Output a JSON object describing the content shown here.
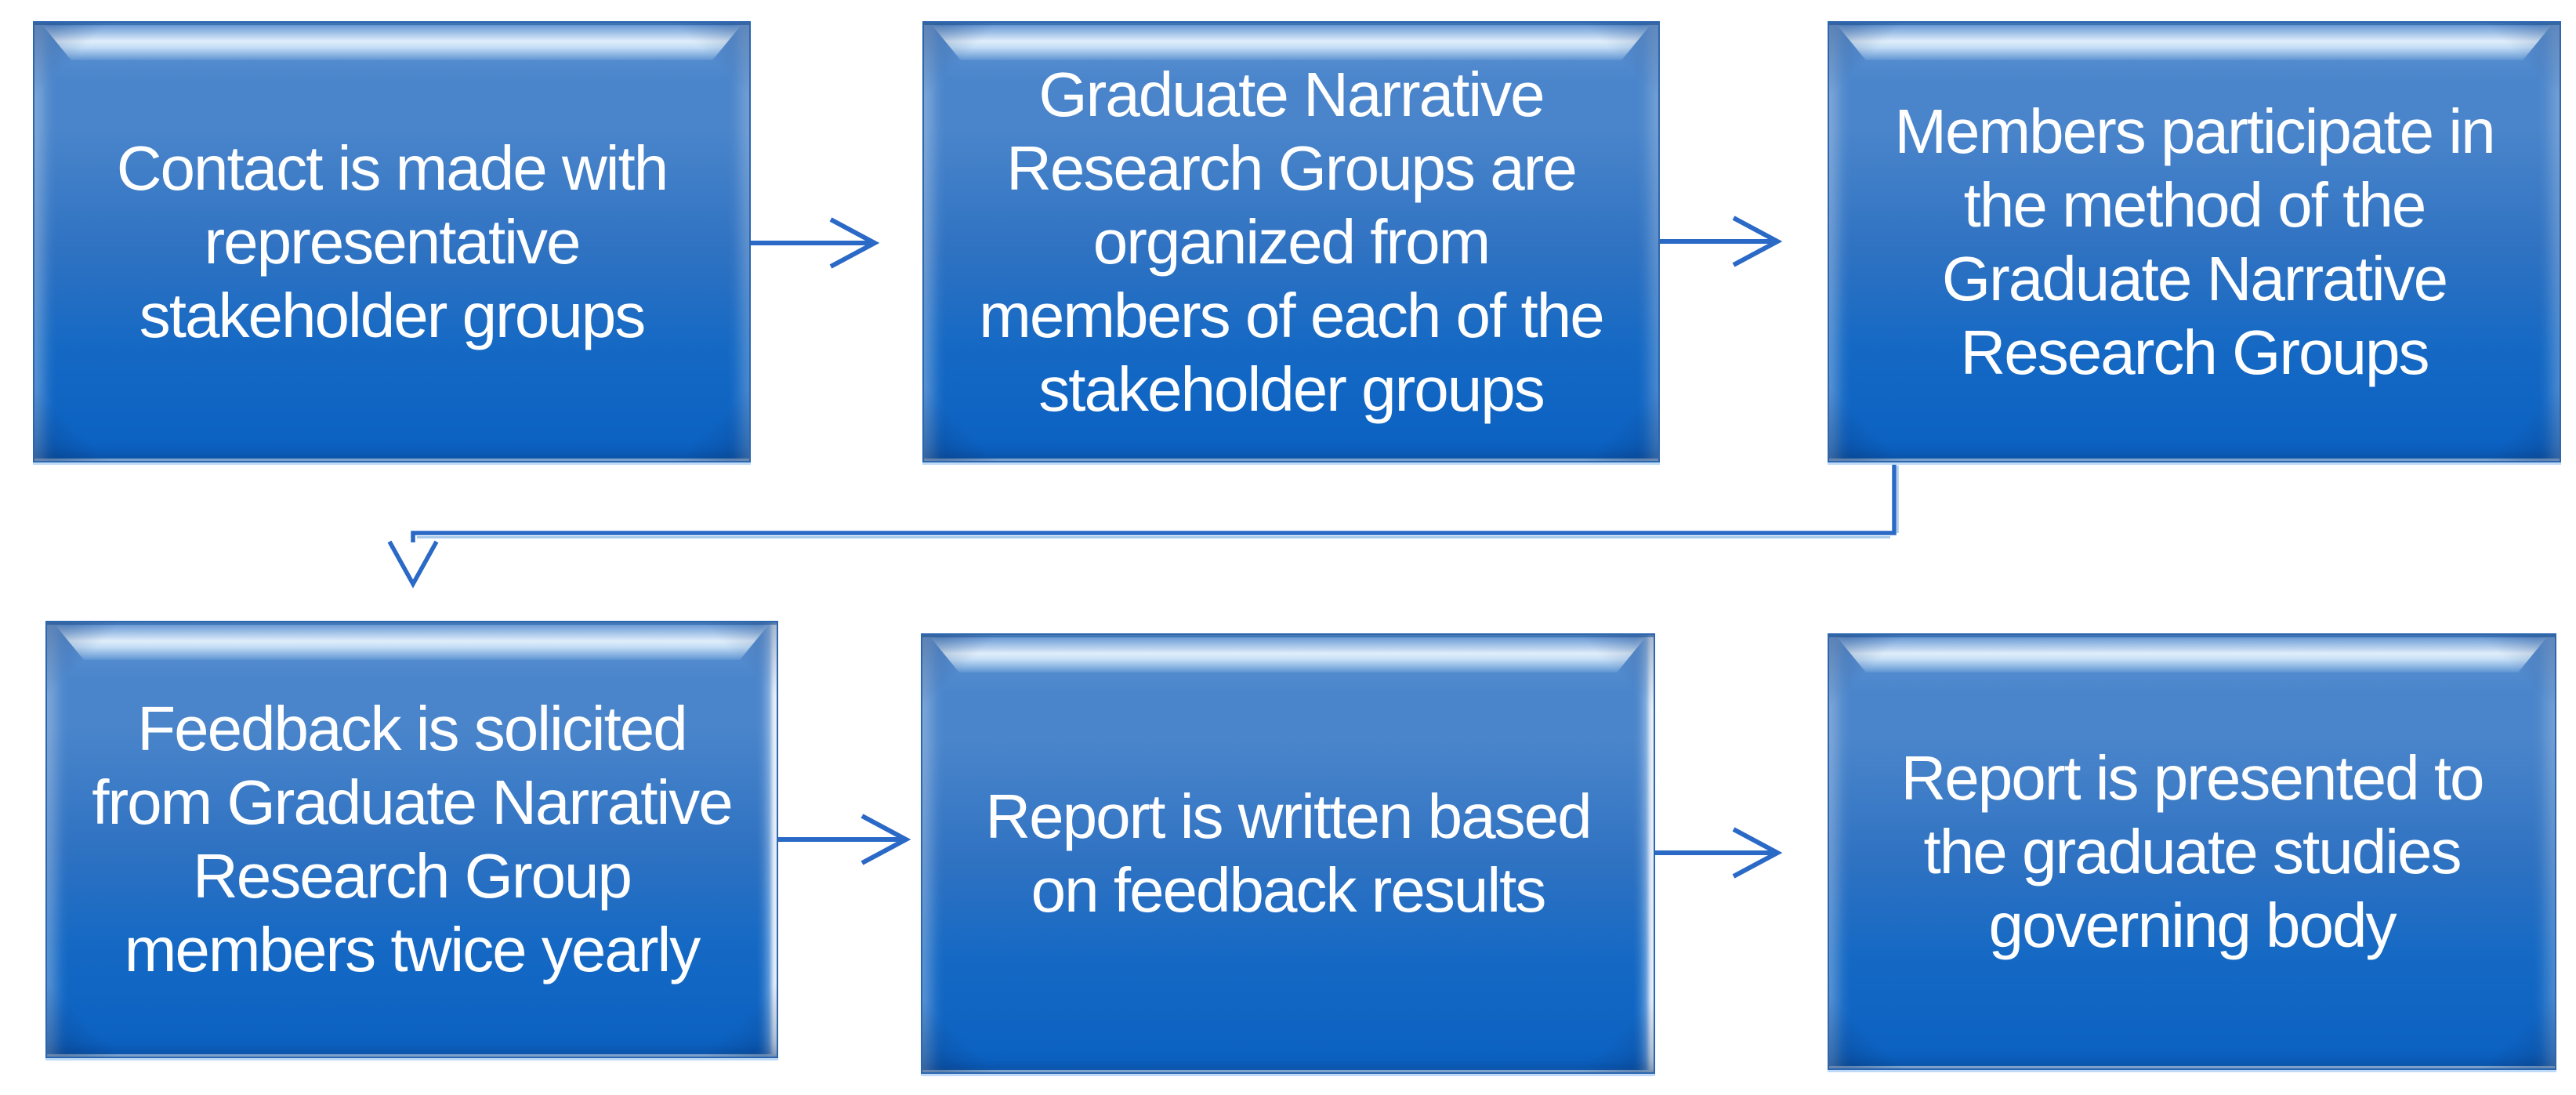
{
  "colors": {
    "connector": "#2b69c6",
    "connector-light": "#a9cbeb",
    "box-border": "#2b66b0",
    "fill-top": "#6496d4",
    "fill-upper": "#4a85cb",
    "fill-mid": "#2f72c2",
    "fill-lower": "#1569c4",
    "fill-bottom": "#0b61c2",
    "text-color": "#ffffff",
    "page-bg": "#ffffff"
  },
  "diagram": {
    "type": "flowchart",
    "boxes": [
      {
        "id": 1,
        "lines": [
          "Contact is made with",
          "representative",
          "stakeholder groups"
        ]
      },
      {
        "id": 2,
        "lines": [
          "Graduate Narrative",
          "Research Groups are",
          "organized from",
          "members of each of the",
          "stakeholder groups"
        ]
      },
      {
        "id": 3,
        "lines": [
          "Members participate in",
          "the method of the",
          "Graduate Narrative",
          "Research Groups"
        ]
      },
      {
        "id": 4,
        "lines": [
          "Feedback is solicited",
          "from Graduate Narrative",
          "Research Group",
          "members twice yearly"
        ]
      },
      {
        "id": 5,
        "lines": [
          "Report is written based",
          "on feedback results"
        ]
      },
      {
        "id": 6,
        "lines": [
          "Report is presented to",
          "the graduate studies",
          "governing body"
        ]
      }
    ],
    "connectors": [
      {
        "from": 1,
        "to": 2,
        "style": "straight-arrow-right"
      },
      {
        "from": 2,
        "to": 3,
        "style": "straight-arrow-right"
      },
      {
        "from": 3,
        "to": 4,
        "style": "elbow-down-left-down-arrow"
      },
      {
        "from": 4,
        "to": 5,
        "style": "straight-arrow-right"
      },
      {
        "from": 5,
        "to": 6,
        "style": "straight-arrow-right"
      }
    ]
  }
}
